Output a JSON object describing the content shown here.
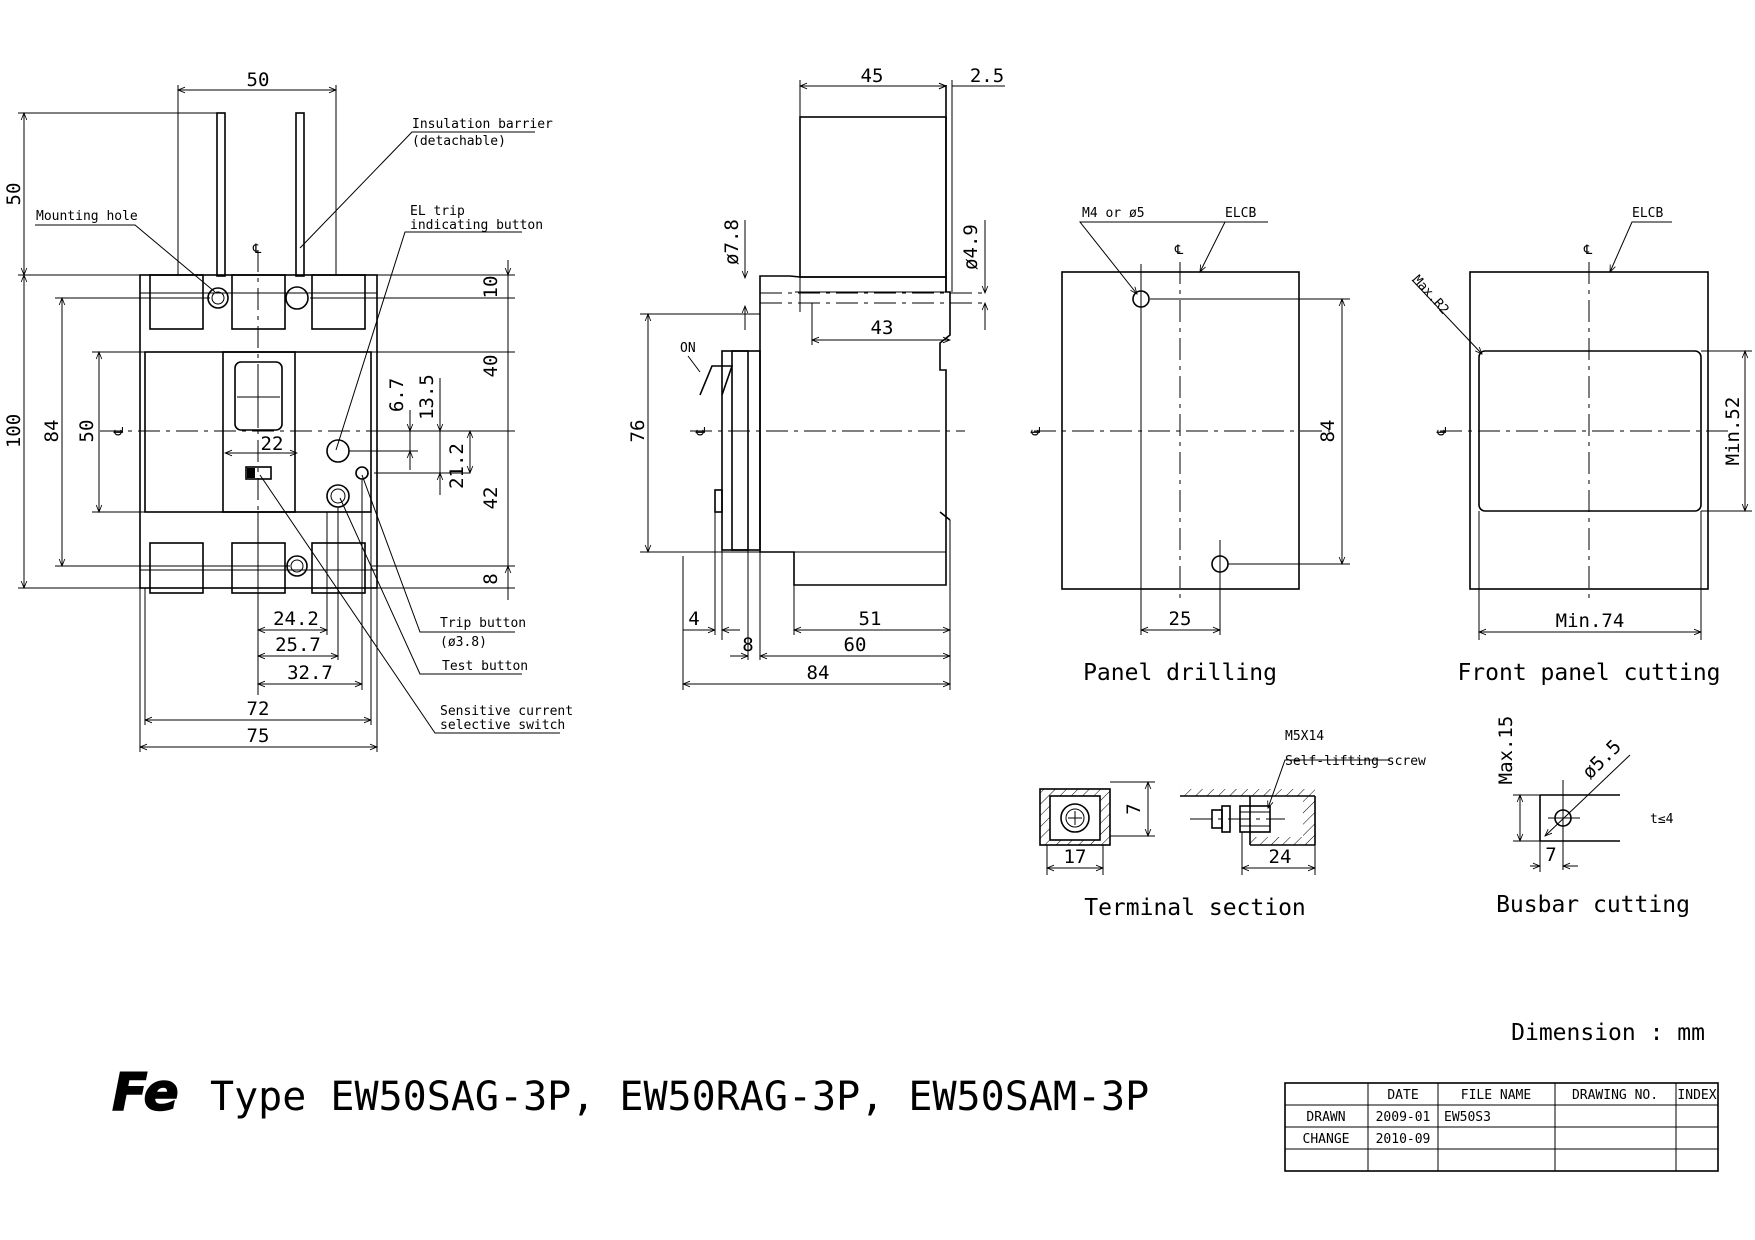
{
  "dims": {
    "front_top_50": "50",
    "front_left_50": "50",
    "front_100": "100",
    "front_84": "84",
    "front_inner_50": "50",
    "front_10": "10",
    "front_40": "40",
    "front_42": "42",
    "front_8": "8",
    "front_6_7": "6.7",
    "front_13_5": "13.5",
    "front_21_2": "21.2",
    "front_22": "22",
    "front_24_2": "24.2",
    "front_25_7": "25.7",
    "front_32_7": "32.7",
    "front_72": "72",
    "front_75": "75",
    "side_45": "45",
    "side_2_5": "2.5",
    "side_d7_8": "ø7.8",
    "side_d4_9": "ø4.9",
    "side_43": "43",
    "side_76": "76",
    "side_4": "4",
    "side_8": "8",
    "side_51": "51",
    "side_60": "60",
    "side_84": "84",
    "side_on": "ON",
    "drill_84": "84",
    "drill_25": "25",
    "drill_m4": "M4 or ø5",
    "drill_elcb": "ELCB",
    "cut_elcb": "ELCB",
    "cut_maxr2": "Max.R2",
    "cut_min52": "Min.52",
    "cut_min74": "Min.74",
    "term_7": "7",
    "term_17": "17",
    "term_24": "24",
    "term_m5x14": "M5X14",
    "term_screw": "Self-lifting screw",
    "bus_max15": "Max.15",
    "bus_d5_5": "ø5.5",
    "bus_t4": "t≤4",
    "bus_7": "7",
    "cl_mark": "℄"
  },
  "callouts": {
    "insulation_1": "Insulation barrier",
    "insulation_2": "(detachable)",
    "mounting_hole": "Mounting hole",
    "el_trip_1": "EL trip",
    "el_trip_2": "indicating button",
    "trip_button_1": "Trip button",
    "trip_button_2": "(ø3.8)",
    "test_button": "Test button",
    "sensitive_1": "Sensitive current",
    "sensitive_2": "selective switch"
  },
  "captions": {
    "panel_drilling": "Panel drilling",
    "front_panel_cutting": "Front panel cutting",
    "terminal_section": "Terminal section",
    "busbar_cutting": "Busbar cutting",
    "dimension_unit": "Dimension : mm"
  },
  "title": {
    "logo": "Fe",
    "type_text": "Type EW50SAG-3P, EW50RAG-3P, EW50SAM-3P"
  },
  "table": {
    "headers": [
      "",
      "DATE",
      "FILE NAME",
      "DRAWING NO.",
      "INDEX"
    ],
    "rows": [
      [
        "DRAWN",
        "2009-01",
        "EW50S3",
        "",
        ""
      ],
      [
        "CHANGE",
        "2010-09",
        "",
        "",
        ""
      ],
      [
        "",
        "",
        "",
        "",
        ""
      ]
    ]
  }
}
